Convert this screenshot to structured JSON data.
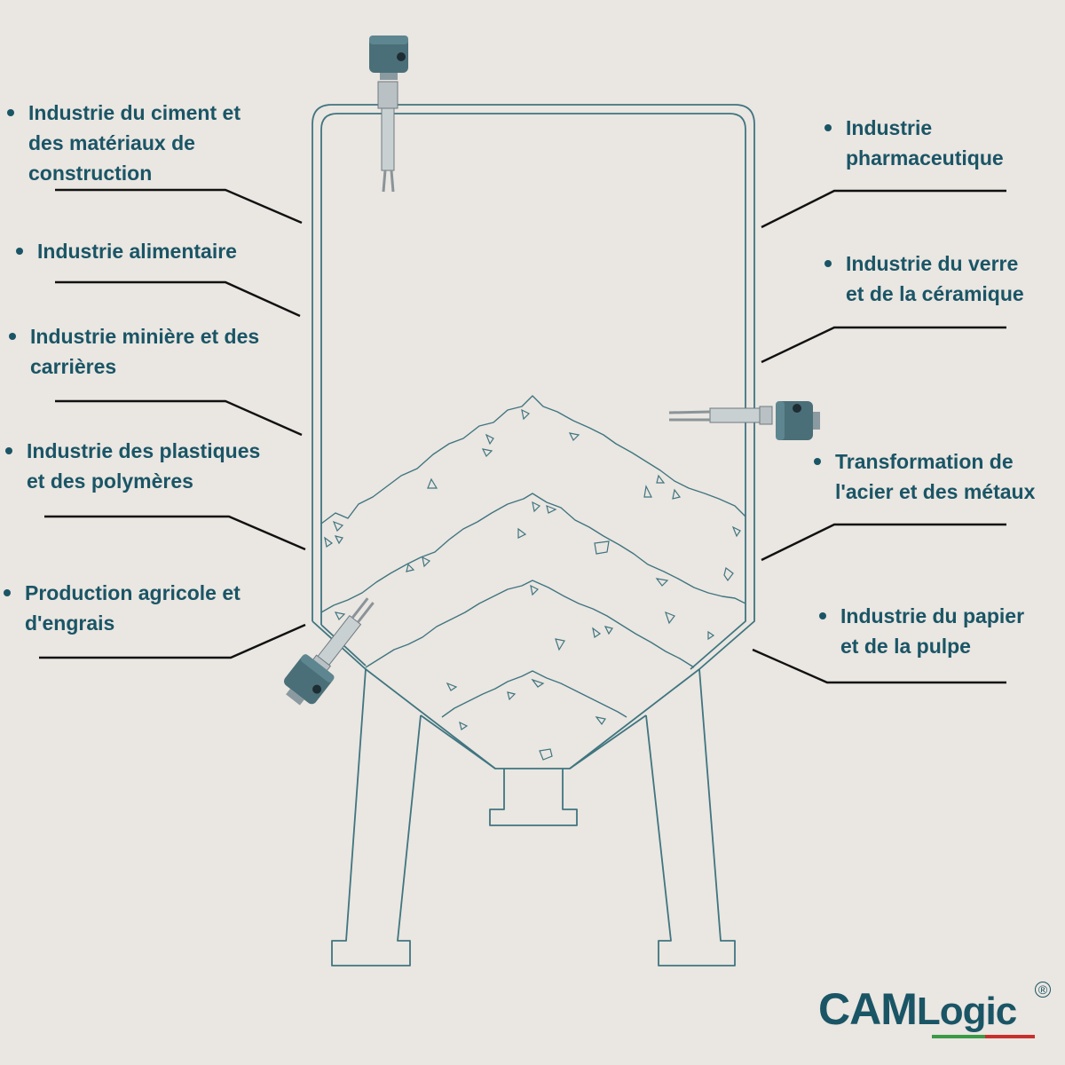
{
  "labels": {
    "left": [
      {
        "lines": [
          "Industrie du ciment et",
          "des matériaux de",
          "construction"
        ]
      },
      {
        "lines": [
          "Industrie alimentaire"
        ]
      },
      {
        "lines": [
          "Industrie minière et des",
          "carrières"
        ]
      },
      {
        "lines": [
          "Industrie des plastiques",
          "et des polymères"
        ]
      },
      {
        "lines": [
          "Production agricole et",
          "d'engrais"
        ]
      }
    ],
    "right": [
      {
        "lines": [
          "Industrie",
          "pharmaceutique"
        ]
      },
      {
        "lines": [
          "Industrie du verre",
          "et de la céramique"
        ]
      },
      {
        "lines": [
          "Transformation de",
          "l'acier et des métaux"
        ]
      },
      {
        "lines": [
          "Industrie du papier",
          "et de la pulpe"
        ]
      }
    ]
  },
  "logo": {
    "cam": "CAM",
    "logic": "Logic",
    "registered": "®"
  },
  "colors": {
    "text": "#1a5566",
    "outline": "#3f7580",
    "leader": "#111111",
    "background": "#eae6e1"
  },
  "icons": [
    "level-sensor-icon",
    "registered-mark-icon"
  ]
}
